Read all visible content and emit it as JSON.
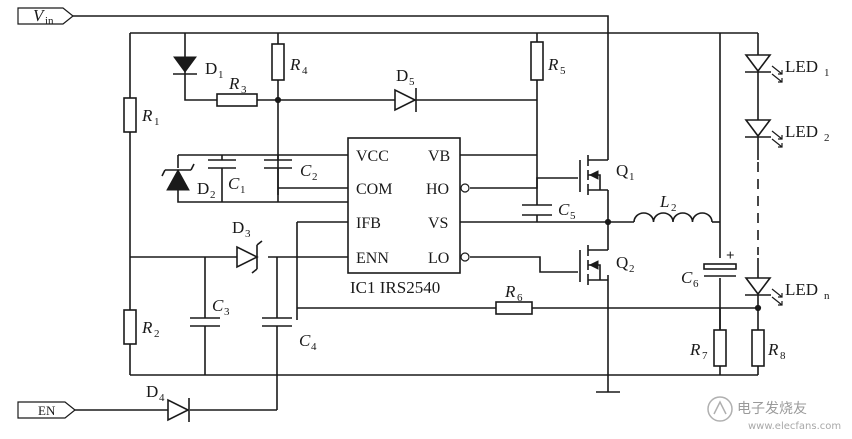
{
  "ic": {
    "name": "IC1 IRS2540",
    "pins_left": [
      "VCC",
      "COM",
      "IFB",
      "ENN"
    ],
    "pins_right": [
      "VB",
      "HO",
      "VS",
      "LO"
    ]
  },
  "inputs": {
    "vin_v": "V",
    "vin_sub": "in",
    "en": "EN"
  },
  "labels": {
    "D1": "D",
    "D1_sub": "1",
    "D2": "D",
    "D2_sub": "2",
    "D3": "D",
    "D3_sub": "3",
    "D4": "D",
    "D4_sub": "4",
    "D5": "D",
    "D5_sub": "5",
    "R1": "R",
    "R1_sub": "1",
    "R2": "R",
    "R2_sub": "2",
    "R3": "R",
    "R3_sub": "3",
    "R4": "R",
    "R4_sub": "4",
    "R5": "R",
    "R5_sub": "5",
    "R6": "R",
    "R6_sub": "6",
    "R7": "R",
    "R7_sub": "7",
    "R8": "R",
    "R8_sub": "8",
    "C1": "C",
    "C1_sub": "1",
    "C2": "C",
    "C2_sub": "2",
    "C3": "C",
    "C3_sub": "3",
    "C4": "C",
    "C4_sub": "4",
    "C5": "C",
    "C5_sub": "5",
    "C6": "C",
    "C6_sub": "6",
    "L2": "L",
    "L2_sub": "2",
    "Q1": "Q",
    "Q1_sub": "1",
    "Q2": "Q",
    "Q2_sub": "2",
    "LED1": "LED",
    "LED1_sub": "1",
    "LED2": "LED",
    "LED2_sub": "2",
    "LEDn": "LED",
    "LEDn_sub": "n",
    "c6_plus": "+"
  },
  "watermark": {
    "text": "电子发烧友",
    "url": "www.elecfans.com"
  }
}
